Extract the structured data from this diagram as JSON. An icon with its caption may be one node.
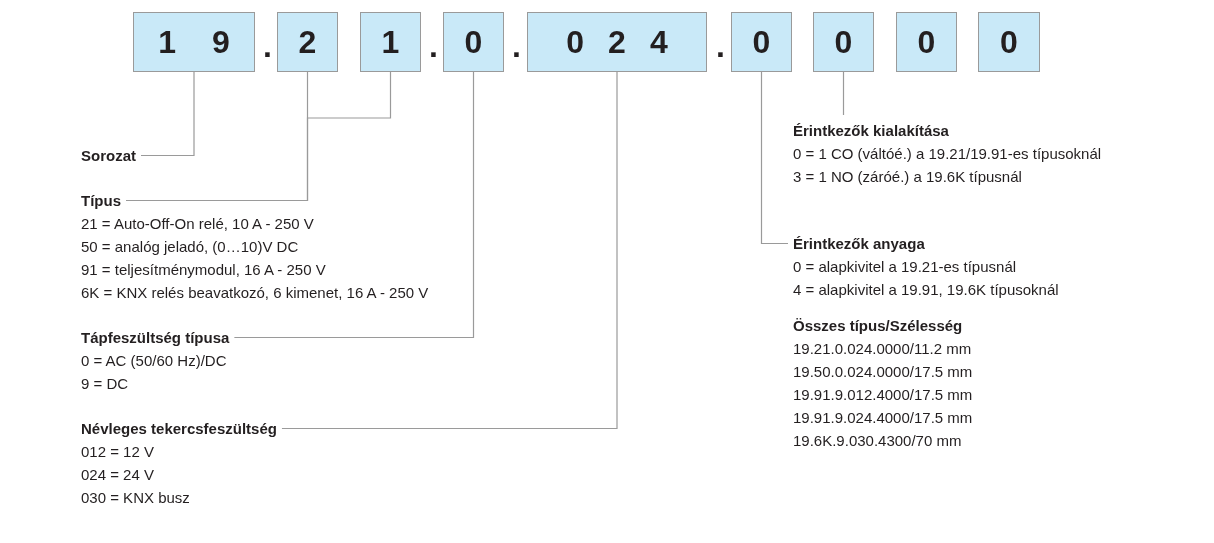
{
  "diagram": {
    "nodes": [
      {
        "text": [
          "19"
        ]
      },
      {
        "text": [
          "2"
        ]
      },
      {
        "text": [
          "1"
        ]
      },
      {
        "text": [
          "0"
        ]
      },
      {
        "text": [
          "024"
        ]
      },
      {
        "text": [
          "0"
        ]
      },
      {
        "text": [
          "0"
        ]
      },
      {
        "text": [
          "0"
        ]
      },
      {
        "text": [
          "0"
        ]
      },
      {
        "text": [
          "Sorozat"
        ]
      },
      {
        "text": [
          "Típus",
          "21 = Auto-Off-On relé, 10 A - 250 V",
          "50 = analóg jeladó, (0…10)V DC",
          "91 = teljesítménymodul, 16 A - 250 V",
          "6K = KNX relés beavatkozó, 6 kimenet, 16 A - 250 V"
        ]
      },
      {
        "text": [
          "Tápfeszültség típusa",
          "0 = AC (50/60 Hz)/DC",
          "9 = DC"
        ]
      },
      {
        "text": [
          "Névleges tekercsfeszültség",
          "012 = 12 V",
          "024 = 24 V",
          "030 = KNX busz"
        ]
      },
      {
        "text": [
          "Érintkezők kialakítása",
          "0 = 1 CO (váltóé.) a 19.21/19.91-es típusoknál",
          "3 = 1 NO (záróé.) a 19.6K típusnál"
        ]
      },
      {
        "text": [
          "Érintkezők anyaga",
          "0 = alapkivitel a 19.21-es típusnál",
          "4 = alapkivitel a 19.91, 19.6K típusoknál"
        ]
      }
    ],
    "edges": [
      {
        "from": 9,
        "to": 0,
        "arrow": "none"
      },
      {
        "from": 10,
        "to": 1,
        "arrow": "none"
      },
      {
        "from": 10,
        "to": 2,
        "arrow": "none"
      },
      {
        "from": 11,
        "to": 3,
        "arrow": "none"
      },
      {
        "from": 12,
        "to": 4,
        "arrow": "none"
      },
      {
        "from": 13,
        "to": 6,
        "arrow": "none"
      },
      {
        "from": 14,
        "to": 5,
        "arrow": "none"
      }
    ],
    "labels": [
      ".",
      ".",
      ".",
      ".",
      "Összes típus/Szélesség",
      "19.21.0.024.0000/11.2 mm",
      "19.50.0.024.0000/17.5 mm",
      "19.91.9.012.4000/17.5 mm",
      "19.91.9.024.4000/17.5 mm",
      "19.6K.9.030.4300/70 mm"
    ]
  }
}
